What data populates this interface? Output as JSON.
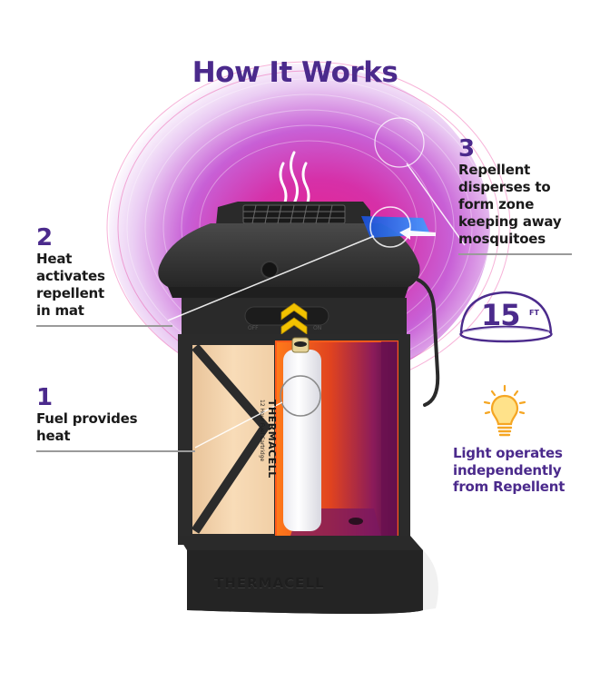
{
  "title": "How It Works",
  "colors": {
    "brand_purple": "#4b2a8c",
    "glow_magenta": "#e8238f",
    "repellent_blue": "#2f7bf5",
    "bulb_yellow": "#f5b942",
    "chevron_yellow": "#f2c200",
    "lantern_black": "#2b2b2b",
    "panel_light": "#f7d9b4"
  },
  "callouts": [
    {
      "number": "2",
      "lines": [
        "Heat",
        "activates",
        "repellent",
        "in mat"
      ]
    },
    {
      "number": "1",
      "lines": [
        "Fuel provides",
        "heat"
      ]
    },
    {
      "number": "3",
      "lines": [
        "Repellent",
        "disperses to",
        "form zone",
        "keeping away",
        "mosquitoes"
      ]
    }
  ],
  "range_badge": {
    "value": "15",
    "unit": "FT",
    "icon": "dome-icon"
  },
  "light_feature": {
    "icon": "lightbulb-icon",
    "lines": [
      "Light operates",
      "independently",
      "from Repellent"
    ]
  },
  "product": {
    "cartridge_brand": "THERMACELL",
    "cartridge_label": "12 Hour Fuel Cartridge",
    "base_brand": "THERMACELL",
    "switch_off": "OFF",
    "switch_on": "ON",
    "icons": [
      "heat-waves-icon",
      "chevron-up-icon",
      "arrow-icon"
    ]
  }
}
